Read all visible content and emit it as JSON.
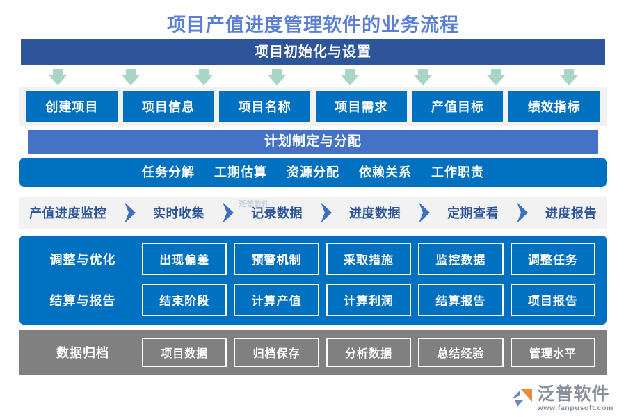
{
  "page": {
    "title": "项目产值进度管理软件的业务流程",
    "title_color": "#5b7fd4",
    "background": "#ffffff"
  },
  "colors": {
    "dark_blue": "#2e5599",
    "mid_blue": "#4472c4",
    "bright_blue": "#0070c0",
    "gray": "#808080",
    "band_gray": "#f2f2f2",
    "arrow_green": "#a9d5c4",
    "logo_gray": "#8a8f9c",
    "logo_orange": "#e98a3c"
  },
  "stage_init": {
    "header": "项目初始化与设置",
    "arrow_count": 8,
    "items": [
      "创建项目",
      "项目信息",
      "项目名称",
      "项目需求",
      "产值目标",
      "绩效指标"
    ]
  },
  "stage_plan": {
    "header": "计划制定与分配",
    "items": [
      "任务分解",
      "工期估算",
      "资源分配",
      "依赖关系",
      "工作职责"
    ]
  },
  "stage_monitor": {
    "watermark": "泛普软件",
    "items": [
      "产值进度监控",
      "实时收集",
      "记录数据",
      "进度数据",
      "定期查看",
      "进度报告"
    ]
  },
  "stage_adjust": {
    "rows": [
      {
        "label": "调整与优化",
        "items": [
          "出现偏差",
          "预警机制",
          "采取措施",
          "监控数据",
          "调整任务"
        ]
      },
      {
        "label": "结算与报告",
        "items": [
          "结束阶段",
          "计算产值",
          "计算利润",
          "结算报告",
          "项目报告"
        ]
      }
    ]
  },
  "stage_archive": {
    "label": "数据归档",
    "items": [
      "项目数据",
      "归档保存",
      "分析数据",
      "总结经验",
      "管理水平"
    ]
  },
  "logo": {
    "name": "泛普软件",
    "url": "www.fanpusoft.com"
  }
}
